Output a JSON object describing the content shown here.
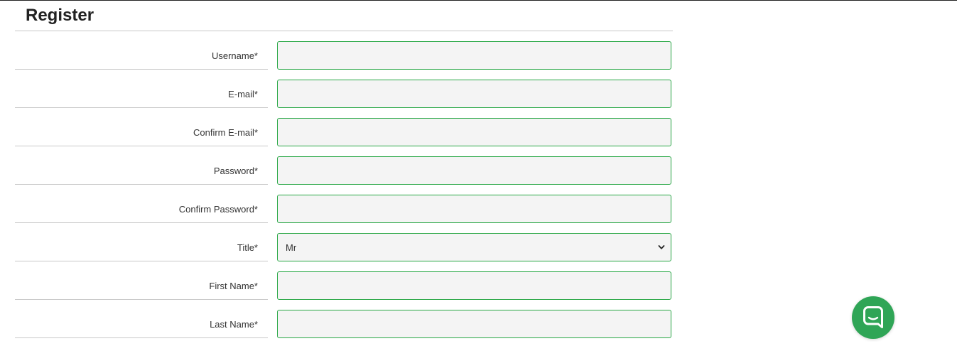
{
  "page": {
    "title": "Register"
  },
  "form": {
    "fields": [
      {
        "label": "Username*",
        "value": ""
      },
      {
        "label": "E-mail*",
        "value": ""
      },
      {
        "label": "Confirm E-mail*",
        "value": ""
      },
      {
        "label": "Password*",
        "value": ""
      },
      {
        "label": "Confirm Password*",
        "value": ""
      },
      {
        "label": "Title*",
        "selected": "Mr"
      },
      {
        "label": "First Name*",
        "value": ""
      },
      {
        "label": "Last Name*",
        "value": ""
      }
    ]
  },
  "chat": {
    "icon": "chat-bubble-icon"
  },
  "colors": {
    "accent": "#28a745",
    "chat_button": "#2fa556",
    "input_bg": "#f4f4f4"
  }
}
